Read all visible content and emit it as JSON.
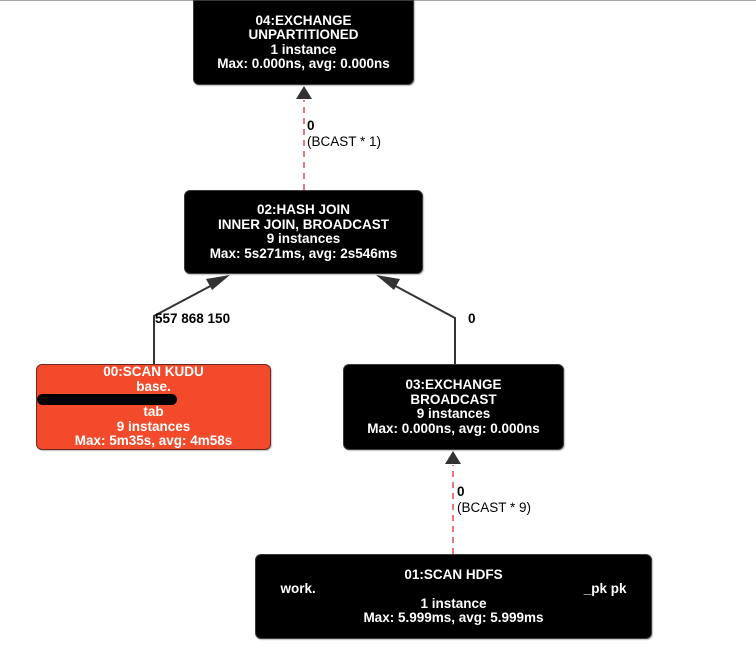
{
  "colors": {
    "node_default": "#000000",
    "node_hotspot": "#f24a2a",
    "text": "#ffffff",
    "edge_solid": "#333333",
    "edge_broadcast": "#e8767a"
  },
  "nodes": [
    {
      "id": "04",
      "title": "04:EXCHANGE",
      "detail": "UNPARTITIONED",
      "instances": "1 instance",
      "timing": "Max: 0.000ns, avg: 0.000ns",
      "style": "default"
    },
    {
      "id": "02",
      "title": "02:HASH JOIN",
      "detail": "INNER JOIN, BROADCAST",
      "instances": "9 instances",
      "timing": "Max: 5s271ms, avg: 2s546ms",
      "style": "default"
    },
    {
      "id": "00",
      "title": "00:SCAN KUDU",
      "detail_prefix": "base.",
      "detail_suffix": "tab",
      "detail_redacted": true,
      "instances": "9 instances",
      "timing": "Max: 5m35s, avg: 4m58s",
      "style": "hotspot"
    },
    {
      "id": "03",
      "title": "03:EXCHANGE",
      "detail": "BROADCAST",
      "instances": "9 instances",
      "timing": "Max: 0.000ns, avg: 0.000ns",
      "style": "default"
    },
    {
      "id": "01",
      "title": "01:SCAN HDFS",
      "detail_prefix": "work.",
      "detail_suffix": "_pk pk",
      "detail_redacted": true,
      "instances": "1 instance",
      "timing": "Max: 5.999ms, avg: 5.999ms",
      "style": "default"
    }
  ],
  "edges": [
    {
      "from": "02",
      "to": "04",
      "rows": "0",
      "note": "(BCAST * 1)",
      "type": "broadcast"
    },
    {
      "from": "00",
      "to": "02",
      "rows": "557 868 150",
      "note": "",
      "type": "solid"
    },
    {
      "from": "03",
      "to": "02",
      "rows": "0",
      "note": "",
      "type": "solid"
    },
    {
      "from": "01",
      "to": "03",
      "rows": "0",
      "note": "(BCAST * 9)",
      "type": "broadcast"
    }
  ]
}
